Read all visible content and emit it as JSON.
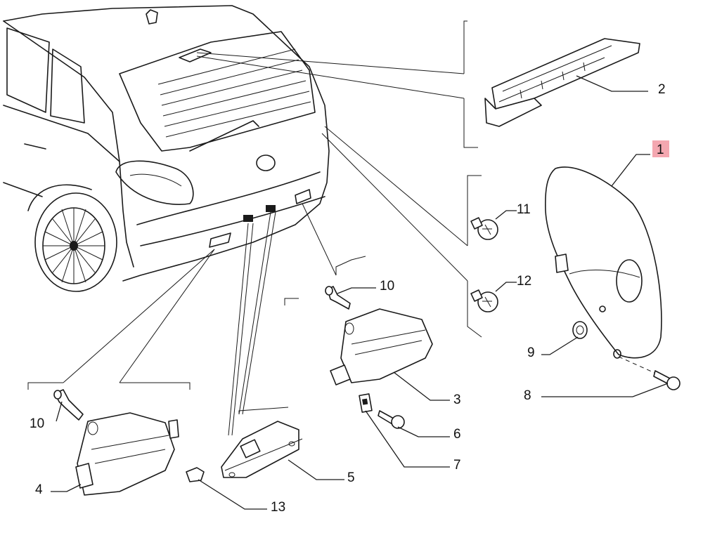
{
  "diagram": {
    "highlight_color": "#f4a7b0",
    "callouts": [
      {
        "id": "2",
        "label": "2"
      },
      {
        "id": "1",
        "label": "1"
      },
      {
        "id": "11",
        "label": "11"
      },
      {
        "id": "12",
        "label": "12"
      },
      {
        "id": "10a",
        "label": "10"
      },
      {
        "id": "9",
        "label": "9"
      },
      {
        "id": "3",
        "label": "3"
      },
      {
        "id": "8",
        "label": "8"
      },
      {
        "id": "10b",
        "label": "10"
      },
      {
        "id": "6",
        "label": "6"
      },
      {
        "id": "4",
        "label": "4"
      },
      {
        "id": "5",
        "label": "5"
      },
      {
        "id": "7",
        "label": "7"
      },
      {
        "id": "13",
        "label": "13"
      }
    ]
  }
}
